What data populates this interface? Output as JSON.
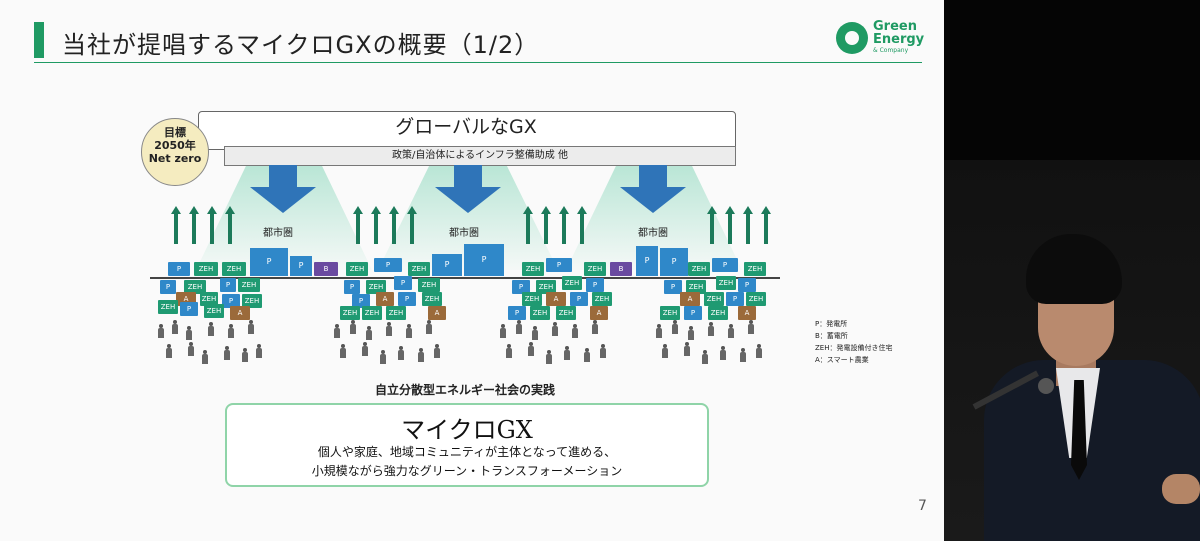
{
  "slide": {
    "title": "当社が提唱するマイクロGXの概要（1/2）",
    "page_number": "7",
    "colors": {
      "accent": "#1f9a63",
      "blue": "#2f74b8"
    }
  },
  "logo": {
    "line1": "Green",
    "line2": "Energy",
    "line3": "& Company",
    "icon": "green-energy-logo-icon"
  },
  "diagram": {
    "global_title": "グローバルなGX",
    "policy": "政策/自治体によるインフラ整備助成 他",
    "goal": {
      "line1": "目標",
      "line2": "2050年",
      "line3": "Net zero"
    },
    "city_label": "都市圏",
    "chip_labels": {
      "p": "P",
      "zeh": "ZEH",
      "b": "B",
      "a": "A"
    },
    "legend": {
      "p": "P：発電所",
      "b": "B：蓄電所",
      "zeh": "ZEH：発電設備付き住宅",
      "a": "A：スマート農業"
    },
    "practice_label": "自立分散型エネルギー社会の実践",
    "micro_gx": {
      "title": "マイクロGX",
      "line1": "個人や家庭、地域コミュニティが主体となって進める、",
      "line2": "小規模ながら強力なグリーン・トランスフォーメーション"
    }
  },
  "speaker": {
    "icon": "speaker-video-feed"
  }
}
